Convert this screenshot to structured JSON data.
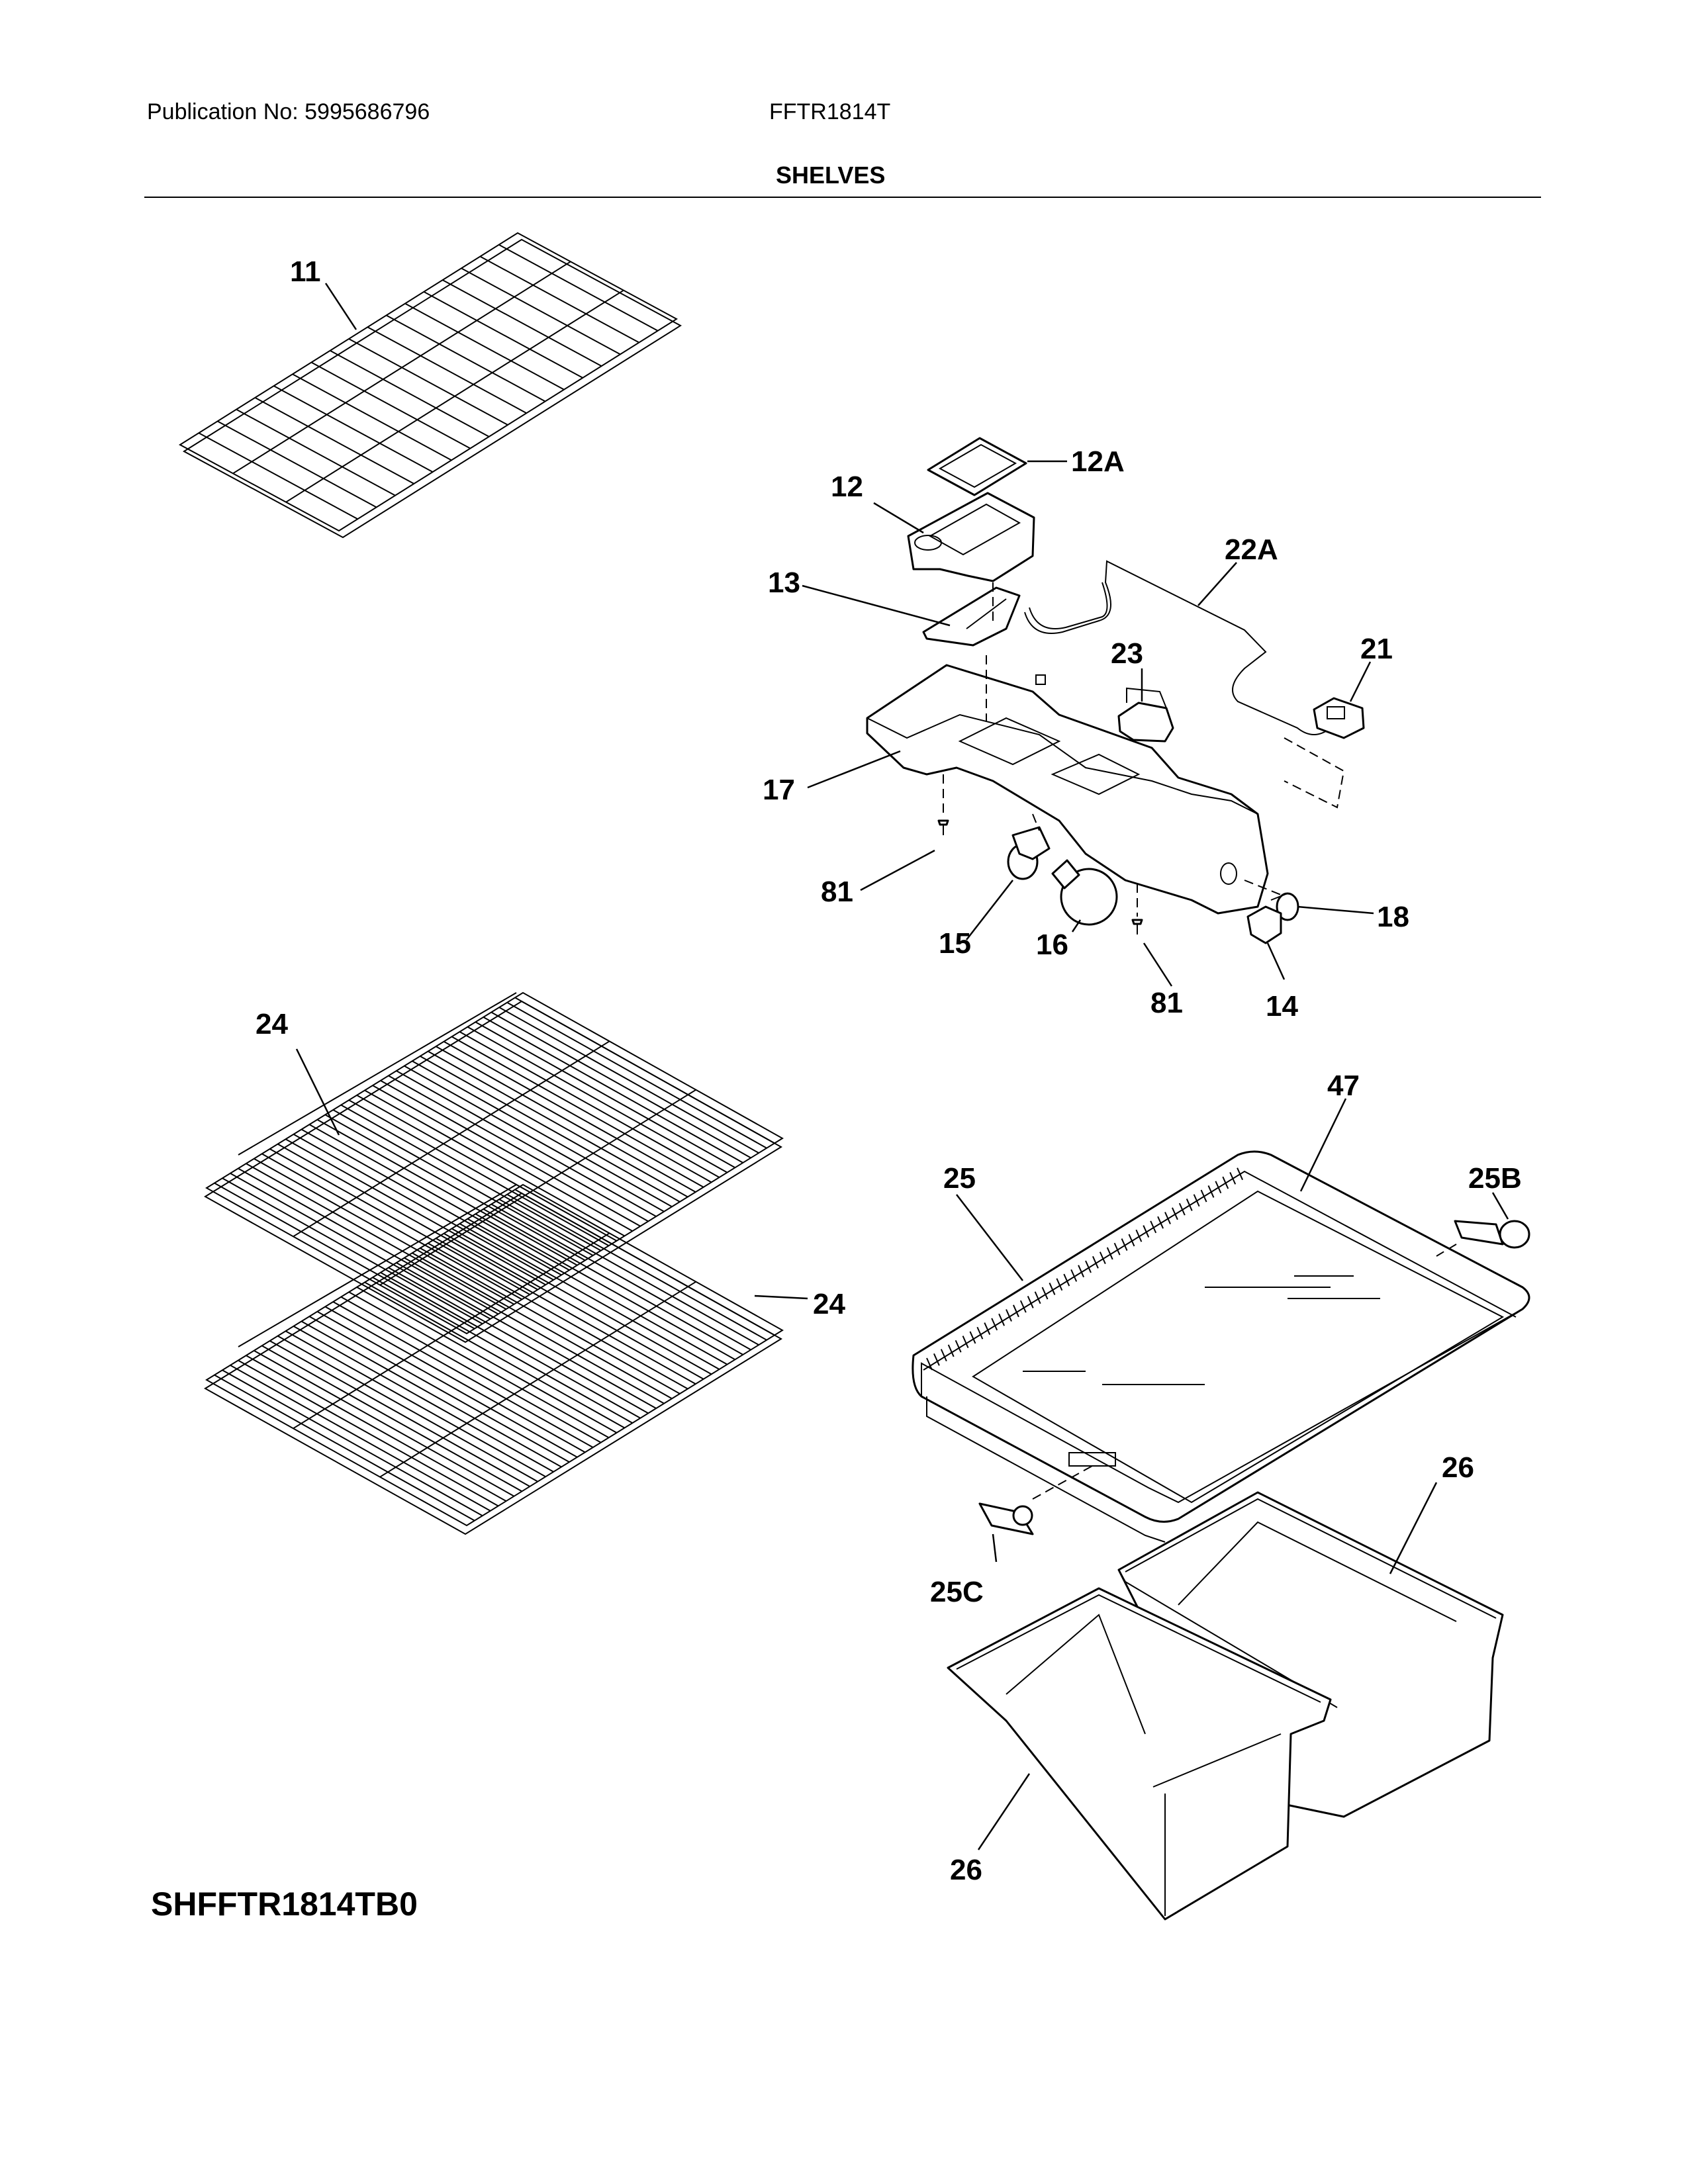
{
  "header": {
    "publication": "Publication No: 5995686796",
    "model": "FFTR1814T",
    "section": "SHELVES"
  },
  "footer": {
    "diagram_code": "SHFFTR1814TB0"
  },
  "callouts": {
    "c11": "11",
    "c12a": "12A",
    "c12": "12",
    "c22a": "22A",
    "c13": "13",
    "c23": "23",
    "c21": "21",
    "c17": "17",
    "c81a": "81",
    "c15": "15",
    "c16": "16",
    "c18": "18",
    "c81b": "81",
    "c14": "14",
    "c24a": "24",
    "c24b": "24",
    "c47": "47",
    "c25": "25",
    "c25b": "25B",
    "c25c": "25C",
    "c26a": "26",
    "c26b": "26"
  }
}
